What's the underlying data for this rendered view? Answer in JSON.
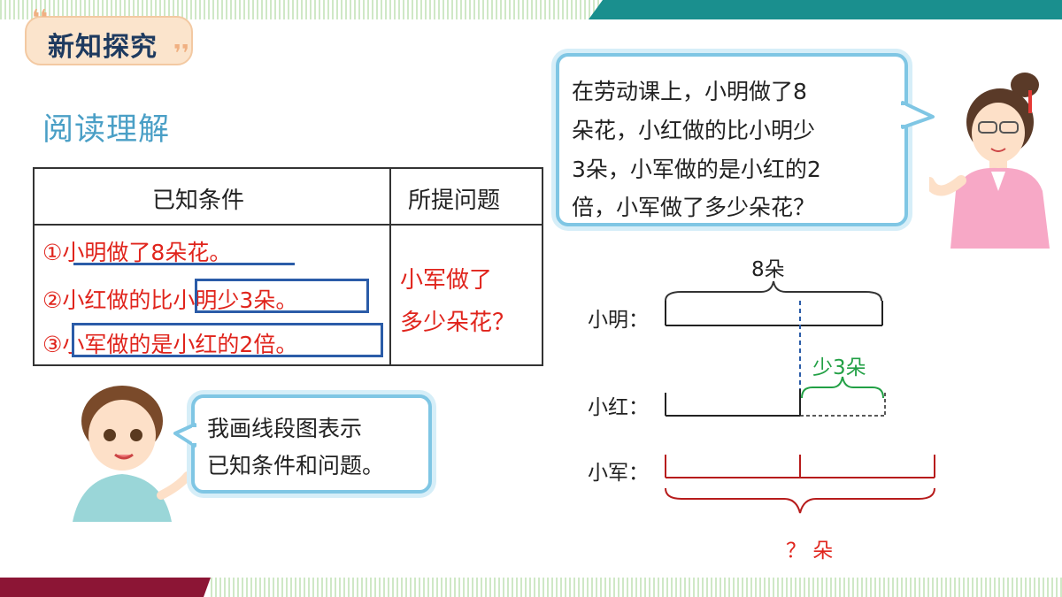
{
  "header": {
    "section_title": "新知探究"
  },
  "subtitle": "阅读理解",
  "table": {
    "col1_header": "已知条件",
    "col2_header": "所提问题",
    "conditions": [
      "①小明做了8朵花。",
      "②小红做的比小明少3朵。",
      "③小军做的是小红的2倍。"
    ],
    "question_lines": [
      "小军做了",
      "多少朵花？"
    ]
  },
  "teacher_bubble": {
    "lines": [
      "在劳动课上，小明做了8",
      "朵花，小红做的比小明少",
      "3朵，小军做的是小红的2",
      "倍，小军做了多少朵花？"
    ]
  },
  "student_bubble": {
    "lines": [
      "我画线段图表示",
      "已知条件和问题。"
    ]
  },
  "diagram": {
    "xiaoming_label": "小明：",
    "xiaohong_label": "小红：",
    "xiaojun_label": "小军：",
    "xiaoming_total": "8朵",
    "difference_label": "少3朵",
    "question_label": "？ 朵"
  },
  "colors": {
    "accent_red": "#e0241c",
    "box_blue": "#2b5ca8",
    "diff_green": "#22a045",
    "teal": "#1a8f8e",
    "maroon": "#8c1535"
  }
}
